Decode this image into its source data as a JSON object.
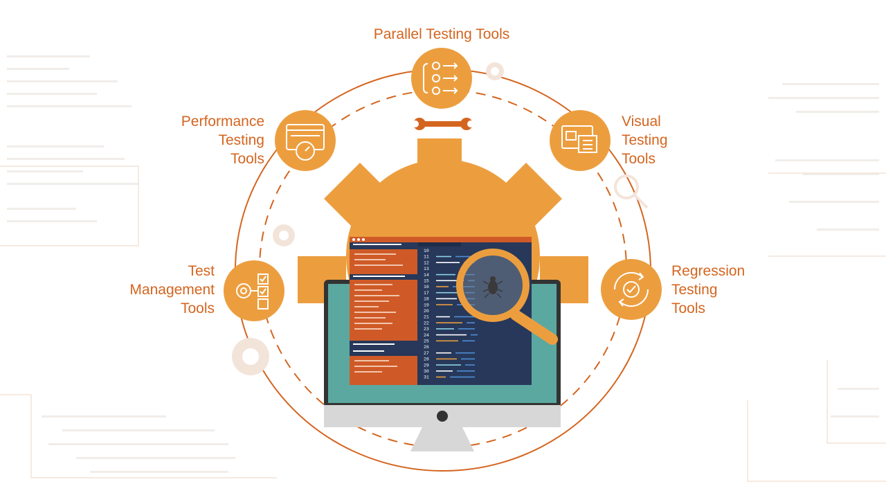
{
  "colors": {
    "accent_orange": "#d4651f",
    "gear_orange": "#ec9e3f",
    "node_fill": "#ec9e3f",
    "monitor_screen": "#5ba8a0",
    "code_panel": "#27385a",
    "code_sidebar": "#cf5a27",
    "bezel": "#d7d7d7",
    "background": "#ffffff"
  },
  "nodes": [
    {
      "id": "parallel",
      "lines": [
        "Parallel Testing Tools"
      ],
      "icon": "parallel-flow-icon"
    },
    {
      "id": "performance",
      "lines": [
        "Performance",
        "Testing",
        "Tools"
      ],
      "icon": "speedometer-browser-icon"
    },
    {
      "id": "visual",
      "lines": [
        "Visual",
        "Testing",
        "Tools"
      ],
      "icon": "layout-checklist-icon"
    },
    {
      "id": "management",
      "lines": [
        "Test",
        "Management",
        "Tools"
      ],
      "icon": "gear-checklist-icon"
    },
    {
      "id": "regression",
      "lines": [
        "Regression",
        "Testing",
        "Tools"
      ],
      "icon": "cycle-gear-icon"
    }
  ],
  "code_line_numbers": [
    "10",
    "11",
    "12",
    "13",
    "14",
    "15",
    "16",
    "17",
    "18",
    "19",
    "20",
    "21",
    "22",
    "23",
    "24",
    "25",
    "26",
    "27",
    "28",
    "29",
    "30",
    "31"
  ],
  "center_icons": [
    "gear-icon",
    "wrench-icon",
    "monitor-icon",
    "magnifier-icon",
    "bug-icon"
  ]
}
